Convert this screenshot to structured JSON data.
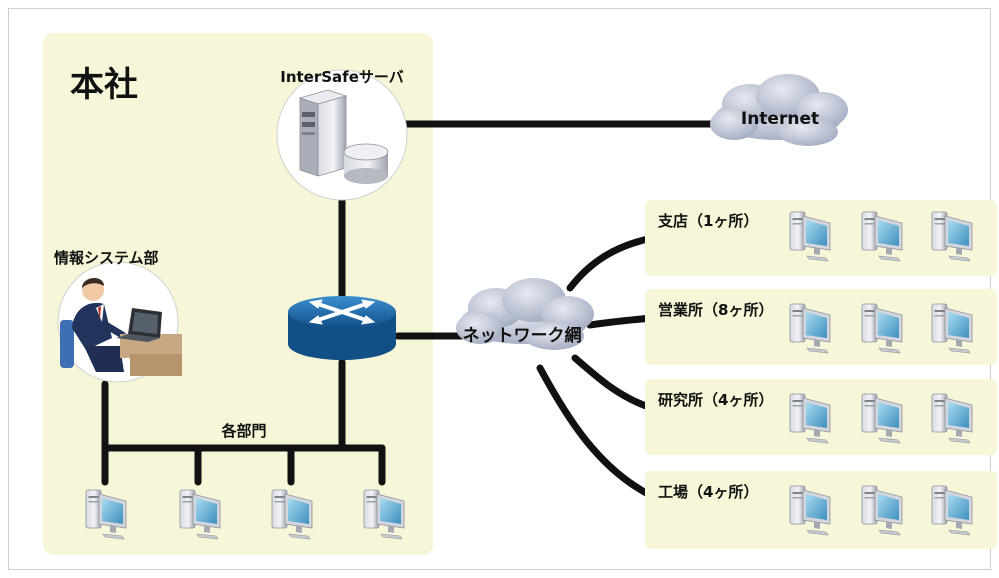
{
  "headquarters": {
    "title": "本社"
  },
  "server": {
    "label": "InterSafeサーバ"
  },
  "internet": {
    "label": "Internet"
  },
  "network": {
    "label": "ネットワーク網"
  },
  "it_department": {
    "label": "情報システム部"
  },
  "departments": {
    "label": "各部門"
  },
  "branches": [
    {
      "label": "支店（1ヶ所）"
    },
    {
      "label": "営業所（8ヶ所）"
    },
    {
      "label": "研究所（4ヶ所）"
    },
    {
      "label": "工場（4ヶ所）"
    }
  ],
  "colors": {
    "panel_fill": "#f7f6d8",
    "panel_stroke": "#d9d7b2",
    "line": "#111111",
    "router": "#1d6fb4",
    "monitor": "#6fb6d8",
    "cloud": "#b9c1d6"
  }
}
